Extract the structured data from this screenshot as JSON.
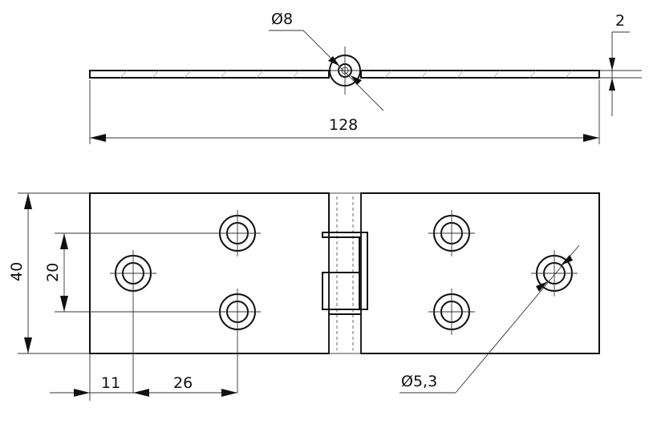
{
  "dimensions": {
    "pin_diameter": "Ø8",
    "thickness": "2",
    "overall_length": "128",
    "overall_width": "40",
    "hole_spacing_vertical": "20",
    "hole_offset_edge": "11",
    "hole_spacing_horizontal": "26",
    "hole_diameter": "Ø5,3"
  },
  "colors": {
    "ink": "#111111",
    "hatch": "#999999",
    "background": "#ffffff"
  }
}
